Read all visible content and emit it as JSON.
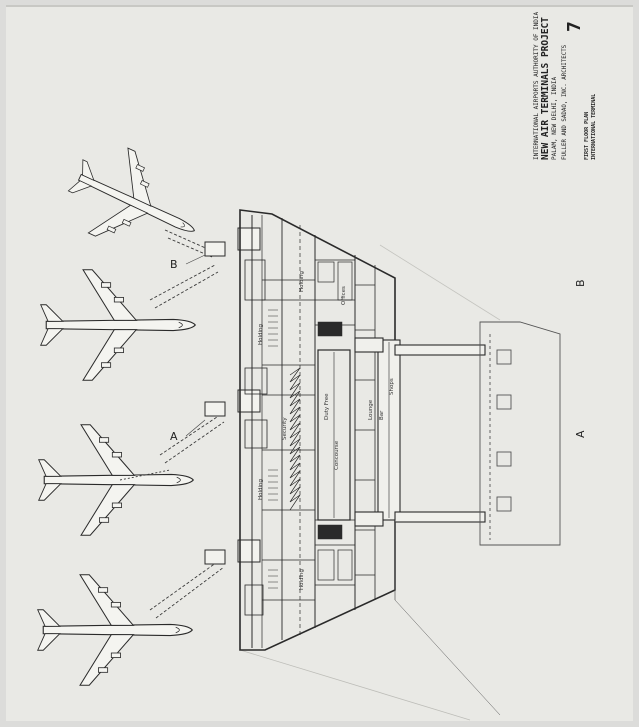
{
  "title_block": {
    "authority": "INTERNATIONAL AIRPORTS AUTHORITY OF INDIA",
    "project": "NEW AIR TERMINALS PROJECT",
    "location": "PALAM, NEW DELHI, INDIA",
    "architects": "FULLER AND SADAO, INC. ARCHITECTS",
    "sheet_title_1": "FIRST FLOOR PLAN",
    "sheet_title_2": "INTERNATIONAL TERMINAL",
    "sheet_number": "7"
  },
  "section_marks": {
    "a": "A",
    "b": "B"
  },
  "room_labels": {
    "holding": "Holding",
    "security": "Security",
    "concourse": "Concourse",
    "lounge": "Lounge",
    "duty_free": "Duty Free",
    "shops": "Shops",
    "bar": "Bar",
    "offices": "Offices"
  },
  "colors": {
    "paper": "#e9e9e5",
    "ink": "#2a2a2a",
    "background": "#dcdcda"
  }
}
